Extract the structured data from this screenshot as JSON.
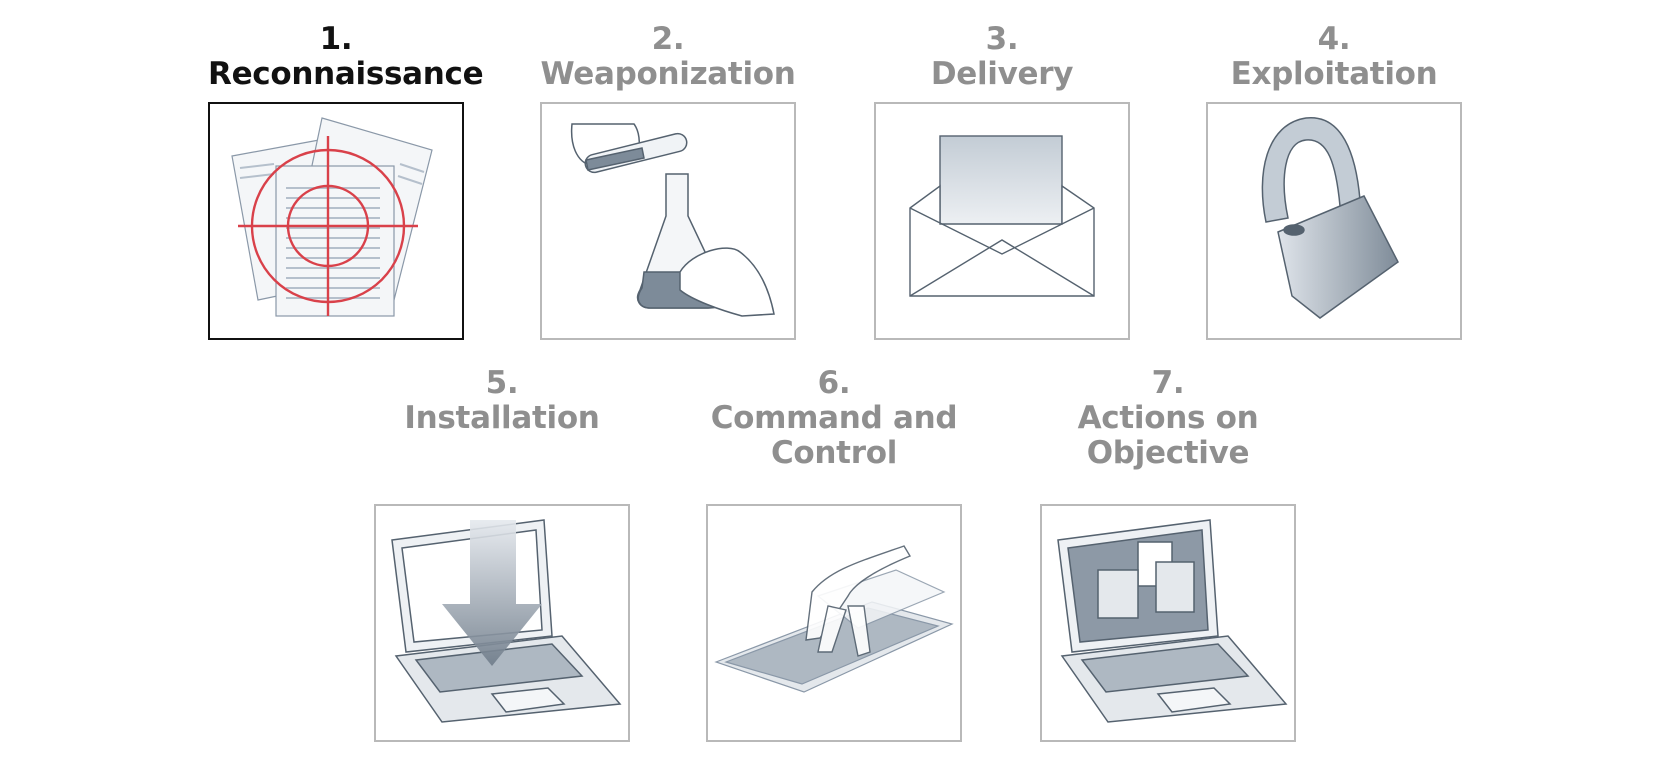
{
  "colors": {
    "active_text": "#111111",
    "inactive_text": "#8f8f8f",
    "active_border": "#111111",
    "inactive_border": "#b9b9b9",
    "target_red": "#d9414a"
  },
  "steps": [
    {
      "number": "1.",
      "name": "Reconnaissance",
      "active": true,
      "icon": "target-documents-icon"
    },
    {
      "number": "2.",
      "name": "Weaponization",
      "active": false,
      "icon": "flask-hands-icon"
    },
    {
      "number": "3.",
      "name": "Delivery",
      "active": false,
      "icon": "envelope-icon"
    },
    {
      "number": "4.",
      "name": "Exploitation",
      "active": false,
      "icon": "open-padlock-icon"
    },
    {
      "number": "5.",
      "name": "Installation",
      "active": false,
      "icon": "laptop-download-icon"
    },
    {
      "number": "6.",
      "name": "Command and Control",
      "active": false,
      "icon": "hand-keyboard-icon"
    },
    {
      "number": "7.",
      "name": "Actions on Objective",
      "active": false,
      "icon": "laptop-windows-icon"
    }
  ]
}
